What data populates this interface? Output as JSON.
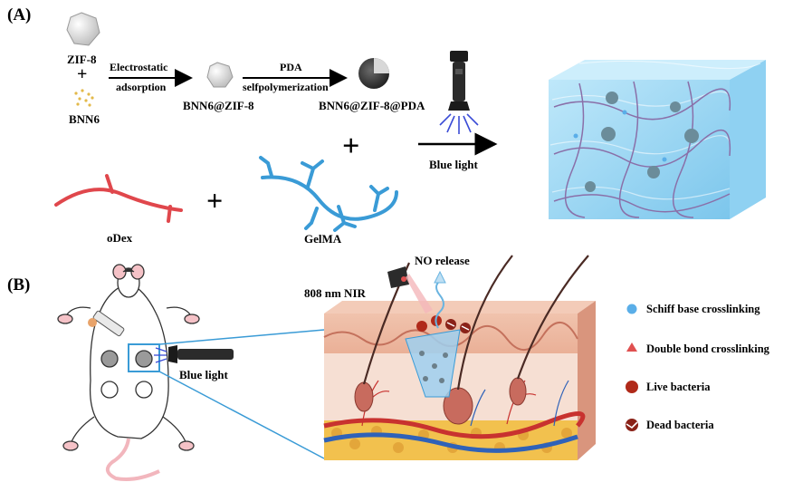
{
  "panel_a": {
    "label": "(A)",
    "zif8": "ZIF-8",
    "plus": "+",
    "bnn6": "BNN6",
    "electrostatic": "Electrostatic",
    "adsorption": "adsorption",
    "bnn6_zif8": "BNN6@ZIF-8",
    "pda": "PDA",
    "selfpoly": "selfpolymerization",
    "bnn6_zif8_pda": "BNN6@ZIF-8@PDA",
    "blue_light": "Blue light",
    "odex": "oDex",
    "gelma": "GelMA"
  },
  "panel_b": {
    "label": "(B)",
    "nir": "808 nm NIR",
    "no_release": "NO release",
    "blue_light": "Blue light"
  },
  "legend": [
    {
      "label": "Schiff base crosslinking",
      "icon": "blue-dot-icon",
      "color": "#5aaee8"
    },
    {
      "label": "Double bond crosslinking",
      "icon": "red-triangle-icon",
      "color": "#e05050"
    },
    {
      "label": "Live bacteria",
      "icon": "live-bacteria-icon",
      "color": "#b02a1a"
    },
    {
      "label": "Dead bacteria",
      "icon": "dead-bacteria-icon",
      "color": "#8a2218"
    }
  ],
  "colors": {
    "odex": "#e0474c",
    "gelma": "#3a9bd6",
    "hydrogel": "#9fd8f3",
    "skin": "#e9b299",
    "fat": "#f2c14e"
  }
}
